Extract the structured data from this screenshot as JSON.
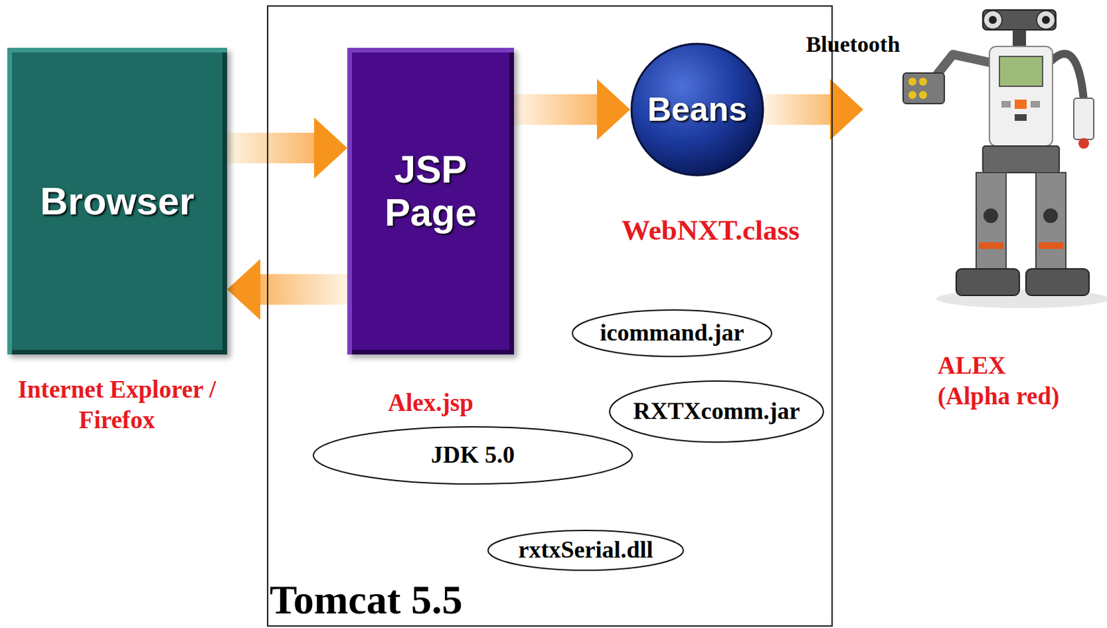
{
  "diagram": {
    "nodes": [
      {
        "text": [
          "Browser",
          "Internet Explorer / Firefox"
        ]
      },
      {
        "text": [
          "Tomcat 5.5"
        ]
      },
      {
        "text": [
          "JSP Page",
          "Alex.jsp"
        ],
        "in": 1
      },
      {
        "text": [
          "Beans",
          "WebNXT.class"
        ],
        "in": 1
      },
      {
        "text": [
          "icommand.jar"
        ],
        "in": 1
      },
      {
        "text": [
          "RXTXcomm.jar"
        ],
        "in": 1
      },
      {
        "text": [
          "JDK 5.0"
        ],
        "in": 1
      },
      {
        "text": [
          "rxtxSerial.dll"
        ],
        "in": 1
      },
      {
        "text": [
          "ALEX (Alpha red)"
        ]
      }
    ],
    "edges": [
      {
        "from": 0,
        "to": 2,
        "arrow": "to"
      },
      {
        "from": 2,
        "to": 0,
        "arrow": "to"
      },
      {
        "from": 2,
        "to": 3,
        "arrow": "to"
      },
      {
        "from": 3,
        "to": 8,
        "label": "Bluetooth",
        "arrow": "to"
      }
    ]
  }
}
